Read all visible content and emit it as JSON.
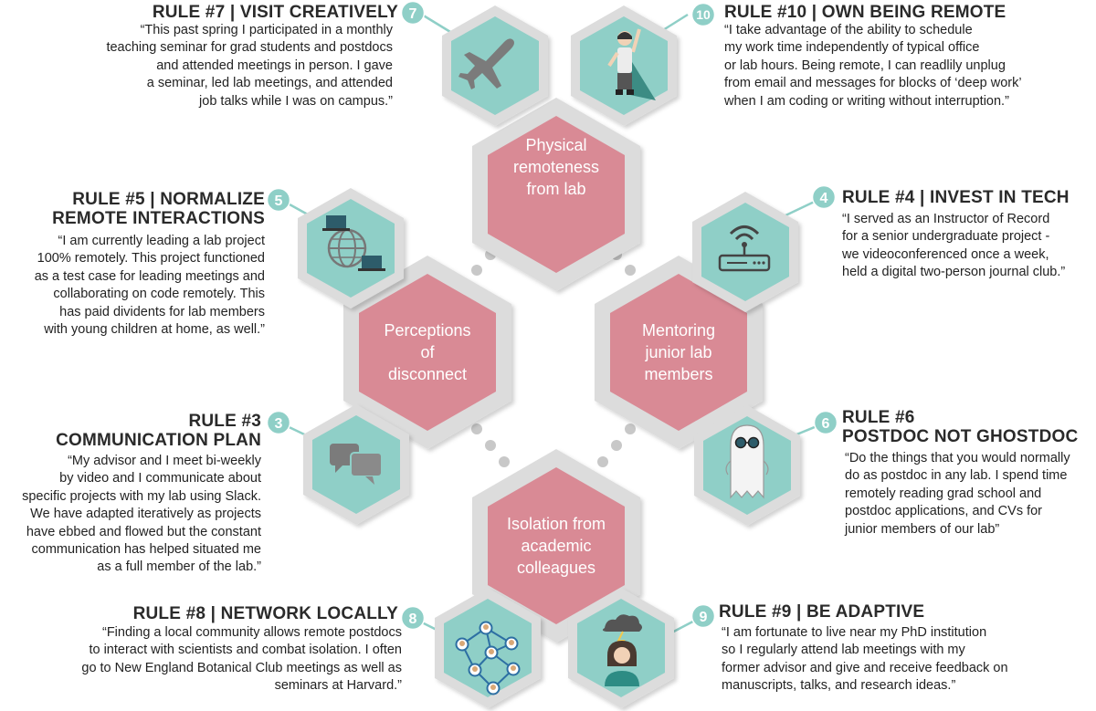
{
  "colors": {
    "teal": "#8fcfc7",
    "pink": "#d98a95",
    "frame": "#dcdcdc",
    "dot": "#c8c8c8",
    "badge": "#8fcfc7"
  },
  "center_hexes": [
    {
      "id": "top",
      "label": "Physical\nremoteness\nfrom lab"
    },
    {
      "id": "left",
      "label": "Perceptions\nof\ndisconnect"
    },
    {
      "id": "right",
      "label": "Mentoring\njunior lab\nmembers"
    },
    {
      "id": "bottom",
      "label": "Isolation from\nacademic\ncolleagues"
    }
  ],
  "rules": [
    {
      "number": "7",
      "title": "RULE #7 | VISIT CREATIVELY",
      "quote": "“This past spring I participated in a monthly\nteaching seminar for grad students and postdocs\nand attended meetings in person.  I gave\na seminar, led lab meetings, and attended\njob talks while I was on campus.”",
      "icon": "airplane-icon"
    },
    {
      "number": "10",
      "title": "RULE #10 | OWN BEING REMOTE",
      "quote": "“I take advantage of the ability to schedule\nmy work time independently of typical office\nor lab hours. Being remote, I can readlily unplug\nfrom email and messages for blocks of  ‘deep work’\nwhen I am coding or writing without interruption.”",
      "icon": "superhero-icon"
    },
    {
      "number": "5",
      "title": "RULE #5 | NORMALIZE\nREMOTE INTERACTIONS",
      "quote": "“I am currently leading a lab project\n100% remotely. This project functioned\nas a test case for leading meetings and\ncollaborating on code remotely. This\nhas paid dividents for lab members\nwith young children at home, as well.”",
      "icon": "globe-laptops-icon"
    },
    {
      "number": "4",
      "title": "RULE #4 | INVEST IN TECH",
      "quote": "“I served as an Instructor of Record\nfor a senior undergraduate project -\nwe videoconferenced once a week,\nheld a digital two-person journal club.”",
      "icon": "wifi-router-icon"
    },
    {
      "number": "3",
      "title": "RULE #3\nCOMMUNICATION PLAN",
      "quote": "“My advisor and I meet bi-weekly\nby video and I communicate about\nspecific projects with my lab using Slack.\nWe have adapted iteratively as projects\nhave ebbed and flowed but the constant\ncommunication has helped situated me\nas a full member of the lab.”",
      "icon": "chat-bubbles-icon"
    },
    {
      "number": "6",
      "title": "RULE #6\nPOSTDOC NOT GHOSTDOC",
      "quote": "“Do the things that you would normally\ndo as postdoc in any lab. I spend time\nremotely reading grad school and\npostdoc applications, and CVs for\njunior members of our lab”",
      "icon": "ghost-icon"
    },
    {
      "number": "8",
      "title": "RULE #8 | NETWORK LOCALLY",
      "quote": "“Finding a local community allows remote postdocs\nto interact with scientists and combat isolation. I often\ngo to New England Botanical Club meetings as well as\nseminars at Harvard.”",
      "icon": "network-icon"
    },
    {
      "number": "9",
      "title": "RULE #9 | BE ADAPTIVE",
      "quote": "“I am fortunate to live near my PhD institution\nso I regularly attend lab meetings with my\nformer advisor and give and receive feedback on\nmanuscripts, talks, and research ideas.”",
      "icon": "person-storm-icon"
    }
  ]
}
